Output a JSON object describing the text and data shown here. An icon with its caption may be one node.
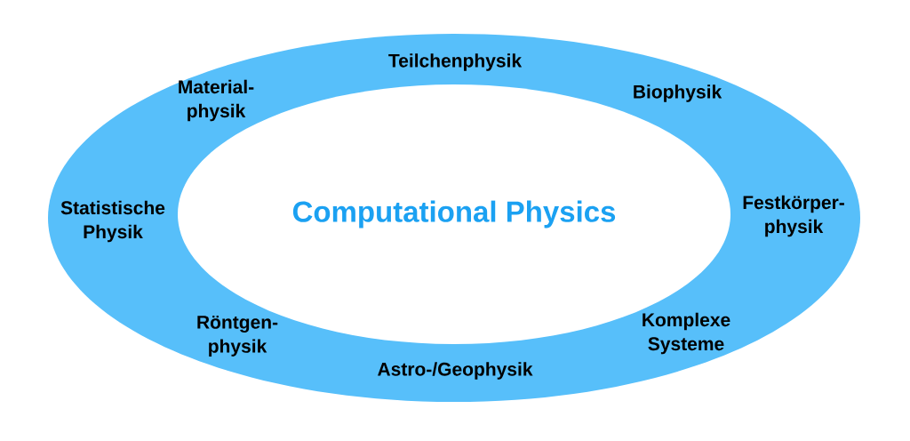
{
  "diagram": {
    "nodes": [
      {
        "text": [
          "Teilchenphysik",
          "Material- physik",
          "Biophysik",
          "Statistische Physik",
          "Festkörper- physik",
          "Röntgen- physik",
          "Komplexe Systeme",
          "Astro-/Geophysik"
        ]
      },
      {
        "text": [
          "Computational Physics"
        ],
        "in": 0
      }
    ]
  }
}
